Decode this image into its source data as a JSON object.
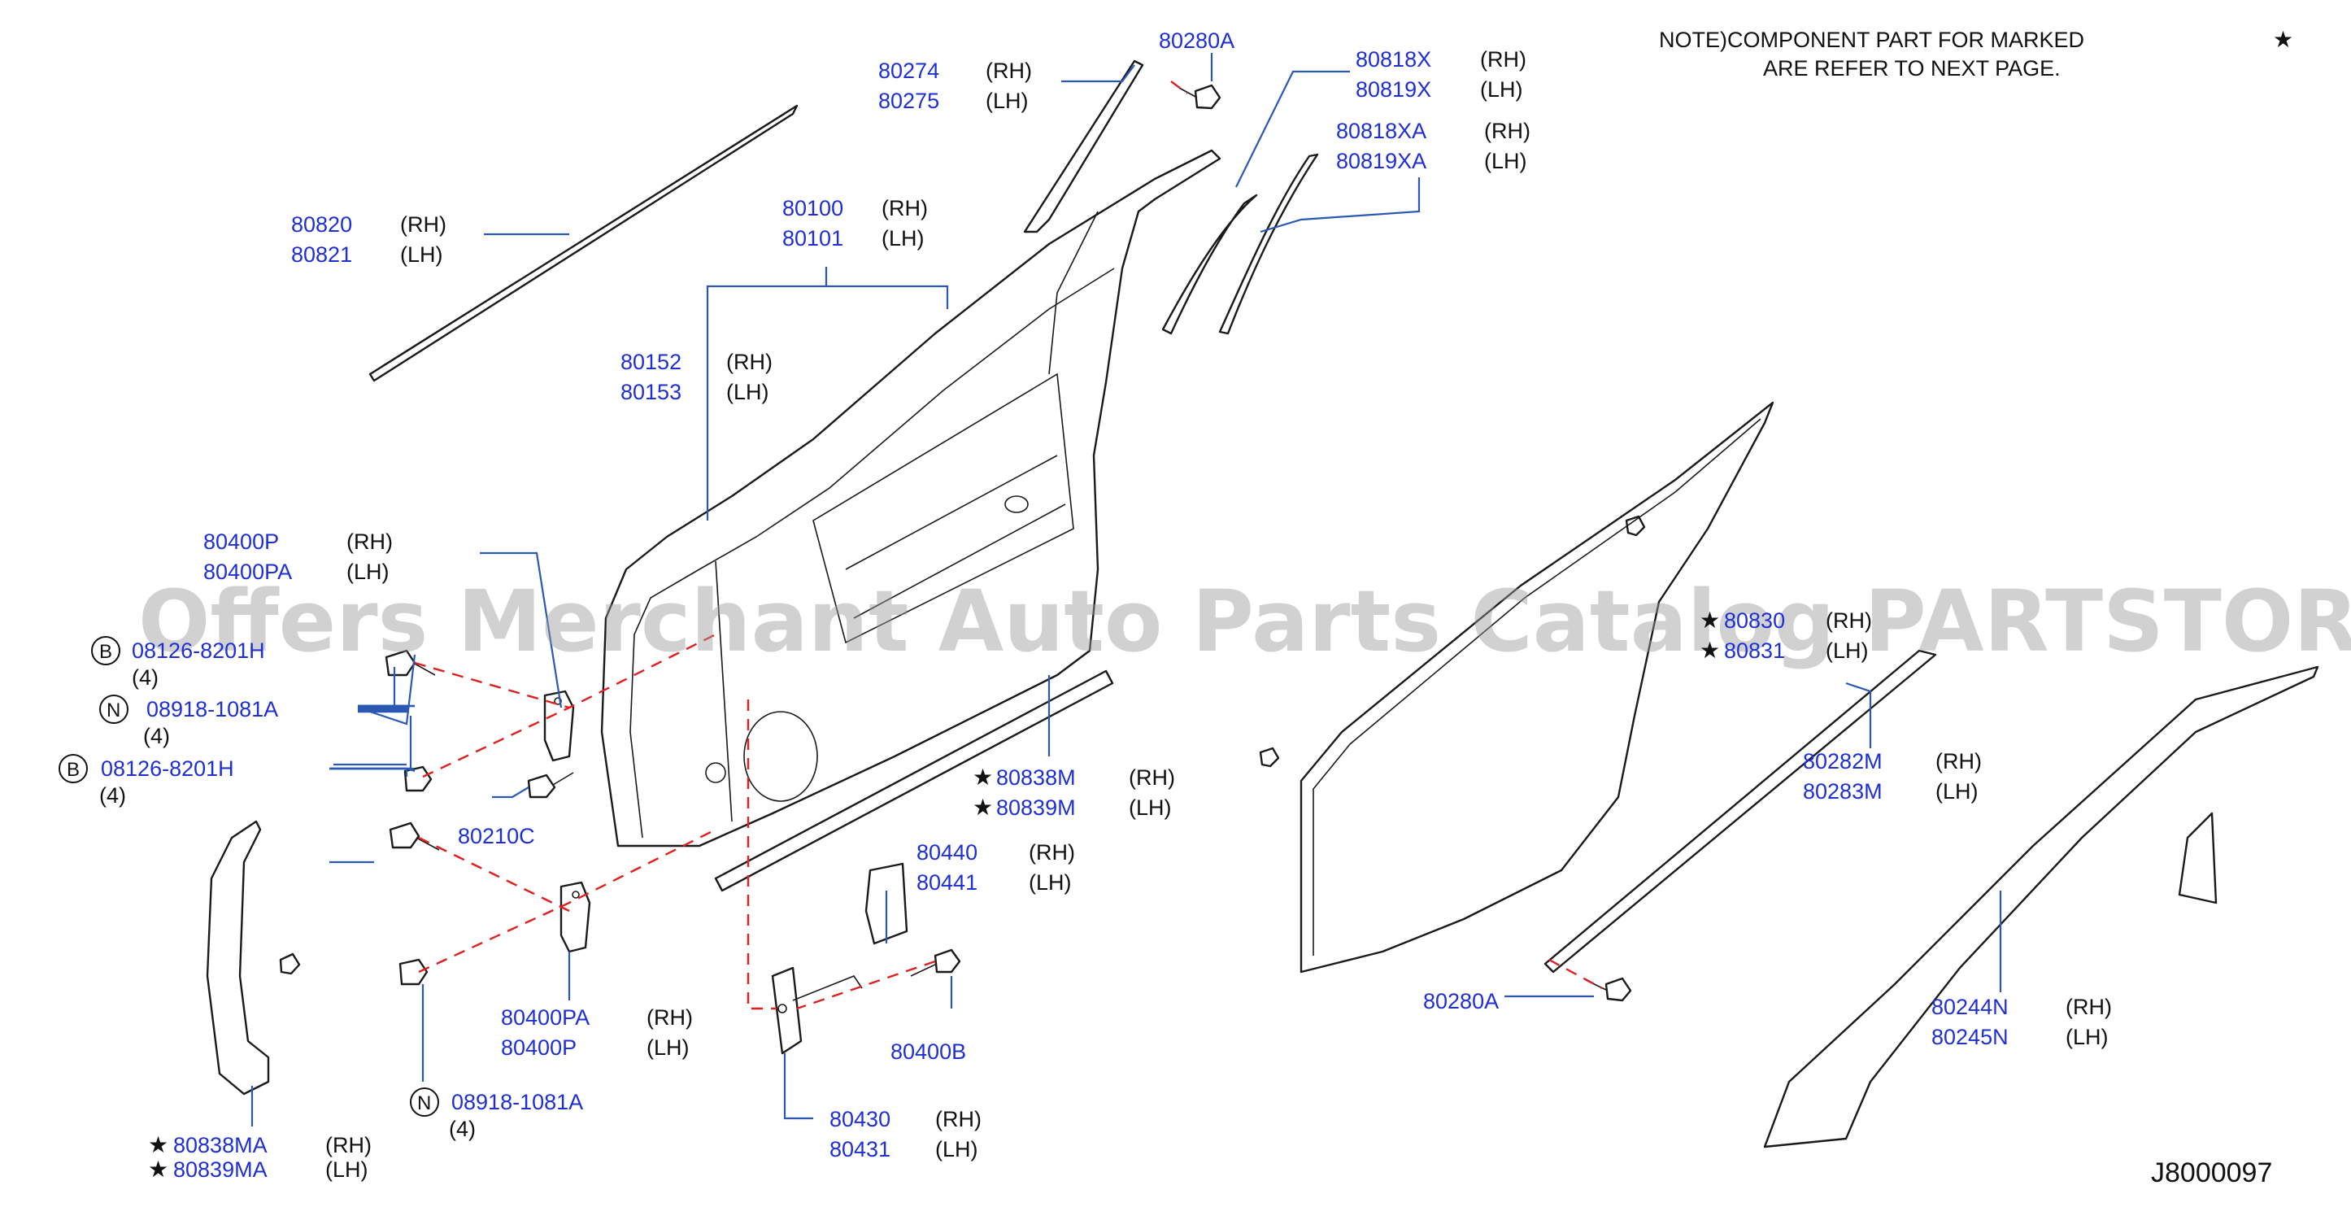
{
  "note": {
    "line1": "NOTE)COMPONENT PART FOR MARKED",
    "line2": "ARE REFER TO NEXT PAGE.",
    "marker": "★"
  },
  "diagram_ref": "J8000097",
  "watermark": "Offers Merchant Auto Parts Catalog PARTSTORE.SA",
  "sides": {
    "rh": "(RH)",
    "lh": "(LH)"
  },
  "parts": {
    "p80280A_top": "80280A",
    "p80274": "80274",
    "p80275": "80275",
    "p80818X": "80818X",
    "p80819X": "80819X",
    "p80818XA": "80818XA",
    "p80819XA": "80819XA",
    "p80820": "80820",
    "p80821": "80821",
    "p80100": "80100",
    "p80101": "80101",
    "p80152": "80152",
    "p80153": "80153",
    "p80400P_top": "80400P",
    "p80400PA_top": "80400PA",
    "p08126_1": "08126-8201H",
    "q08126_1": "(4)",
    "p08918_1": "08918-1081A",
    "q08918_1": "(4)",
    "p08126_2": "08126-8201H",
    "q08126_2": "(4)",
    "p80210C": "80210C",
    "p80838M": "80838M",
    "p80839M": "80839M",
    "p80440": "80440",
    "p80441": "80441",
    "p80400B": "80400B",
    "p80400PA_bot": "80400PA",
    "p80400P_bot": "80400P",
    "p08918_2": "08918-1081A",
    "q08918_2": "(4)",
    "p80430": "80430",
    "p80431": "80431",
    "p80838MA": "80838MA",
    "p80839MA": "80839MA",
    "p80830": "80830",
    "p80831": "80831",
    "p80282M": "80282M",
    "p80283M": "80283M",
    "p80280A_bot": "80280A",
    "p80244N": "80244N",
    "p80245N": "80245N"
  },
  "circle_letters": {
    "b": "B",
    "n": "N"
  }
}
